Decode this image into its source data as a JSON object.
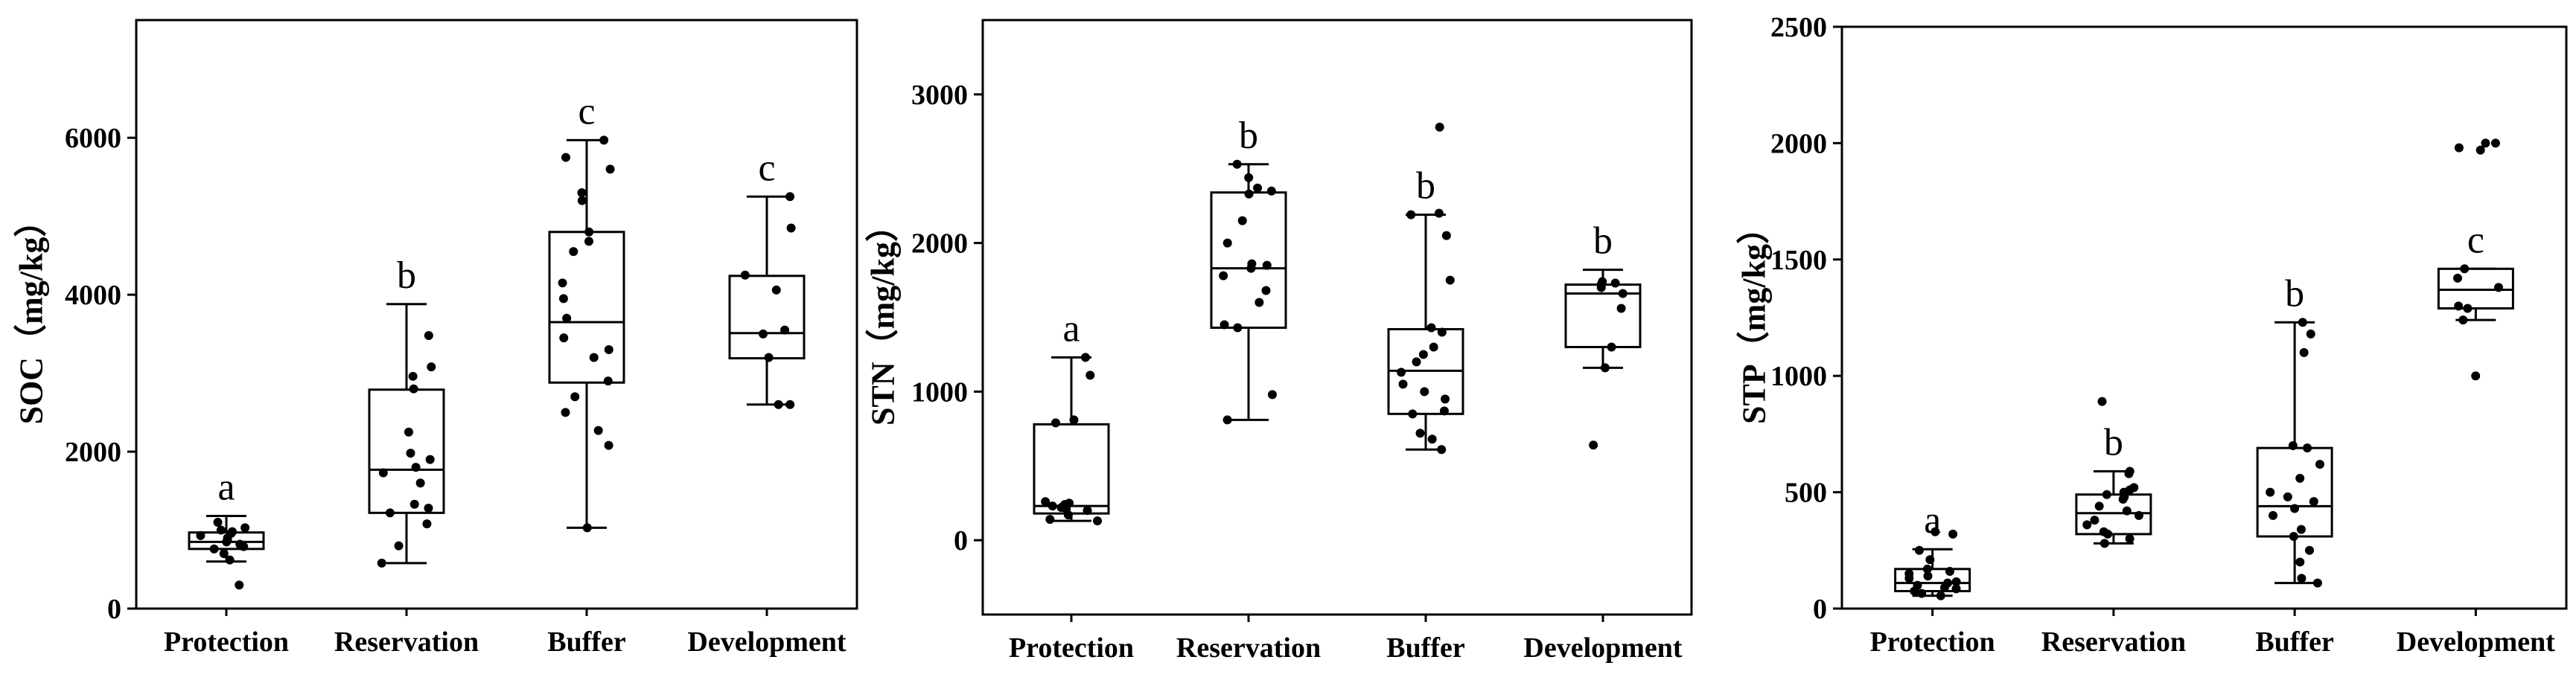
{
  "chart_data": [
    {
      "type": "box",
      "title": "",
      "xlabel": "",
      "ylabel": "SOC（mg/kg）",
      "ylim": [
        0,
        7500
      ],
      "yticks": [
        0,
        2000,
        4000,
        6000
      ],
      "categories": [
        "Protection",
        "Reservation",
        "Buffer",
        "Development"
      ],
      "boxes": [
        {
          "whisker_low": 600,
          "q1": 760,
          "median": 850,
          "q3": 970,
          "whisker_high": 1180,
          "letter": "a",
          "points": [
            300,
            620,
            700,
            760,
            790,
            820,
            850,
            870,
            900,
            930,
            960,
            980,
            1000,
            1030,
            1100
          ]
        },
        {
          "whisker_low": 580,
          "q1": 1220,
          "median": 1770,
          "q3": 2790,
          "whisker_high": 3880,
          "letter": "b",
          "points": [
            580,
            800,
            1080,
            1220,
            1280,
            1330,
            1600,
            1730,
            1800,
            1900,
            1980,
            2250,
            2800,
            2960,
            3080,
            3480
          ]
        },
        {
          "whisker_low": 1030,
          "q1": 2880,
          "median": 3650,
          "q3": 4800,
          "whisker_high": 5970,
          "letter": "c",
          "points": [
            1030,
            2080,
            2270,
            2500,
            2700,
            2900,
            3200,
            3300,
            3450,
            3700,
            3950,
            4150,
            4550,
            4680,
            4800,
            5200,
            5300,
            5600,
            5750,
            5970
          ]
        },
        {
          "whisker_low": 2600,
          "q1": 3190,
          "median": 3510,
          "q3": 4240,
          "whisker_high": 5250,
          "letter": "c",
          "points": [
            2600,
            2600,
            3200,
            3500,
            3550,
            4060,
            4250,
            4850,
            5250
          ]
        }
      ]
    },
    {
      "type": "box",
      "title": "",
      "xlabel": "",
      "ylabel": "STN（mg/kg）",
      "ylim": [
        -500,
        3500
      ],
      "yticks": [
        0,
        1000,
        2000,
        3000
      ],
      "categories": [
        "Protection",
        "Reservation",
        "Buffer",
        "Development"
      ],
      "boxes": [
        {
          "whisker_low": 130,
          "q1": 180,
          "median": 230,
          "q3": 780,
          "whisker_high": 1230,
          "letter": "a",
          "points": [
            130,
            140,
            170,
            200,
            210,
            220,
            230,
            240,
            250,
            260,
            790,
            810,
            1110,
            1230
          ]
        },
        {
          "whisker_low": 810,
          "q1": 1430,
          "median": 1830,
          "q3": 2340,
          "whisker_high": 2530,
          "letter": "b",
          "points": [
            810,
            980,
            1430,
            1450,
            1600,
            1680,
            1780,
            1830,
            1850,
            1860,
            2000,
            2150,
            2330,
            2350,
            2370,
            2440,
            2530
          ]
        },
        {
          "whisker_low": 610,
          "q1": 850,
          "median": 1140,
          "q3": 1420,
          "whisker_high": 2190,
          "letter": "b",
          "points": [
            610,
            680,
            720,
            850,
            870,
            950,
            1000,
            1050,
            1130,
            1200,
            1250,
            1300,
            1400,
            1430,
            1750,
            2050,
            2190,
            2200,
            2780
          ]
        },
        {
          "whisker_low": 1160,
          "q1": 1300,
          "median": 1660,
          "q3": 1720,
          "whisker_high": 1820,
          "letter": "b",
          "points": [
            640,
            1160,
            1300,
            1560,
            1660,
            1700,
            1720,
            1730,
            1740
          ]
        }
      ]
    },
    {
      "type": "box",
      "title": "",
      "xlabel": "",
      "ylabel": "STP（mg/kg）",
      "ylim": [
        0,
        2500
      ],
      "yticks": [
        0,
        500,
        1000,
        1500,
        2000,
        2500
      ],
      "categories": [
        "Protection",
        "Reservation",
        "Buffer",
        "Development"
      ],
      "boxes": [
        {
          "whisker_low": 55,
          "q1": 75,
          "median": 110,
          "q3": 170,
          "whisker_high": 255,
          "letter": "a",
          "points": [
            55,
            65,
            75,
            85,
            90,
            100,
            110,
            115,
            130,
            140,
            150,
            160,
            170,
            210,
            250,
            320,
            330
          ]
        },
        {
          "whisker_low": 280,
          "q1": 320,
          "median": 410,
          "q3": 490,
          "whisker_high": 590,
          "letter": "b",
          "points": [
            280,
            300,
            320,
            330,
            360,
            380,
            400,
            420,
            440,
            470,
            480,
            490,
            500,
            510,
            520,
            580,
            590,
            890
          ]
        },
        {
          "whisker_low": 110,
          "q1": 310,
          "median": 440,
          "q3": 690,
          "whisker_high": 1230,
          "letter": "b",
          "points": [
            110,
            130,
            200,
            250,
            310,
            340,
            400,
            430,
            460,
            480,
            500,
            560,
            620,
            690,
            700,
            1100,
            1180,
            1230
          ]
        },
        {
          "whisker_low": 1240,
          "q1": 1290,
          "median": 1370,
          "q3": 1460,
          "whisker_high": 1460,
          "letter": "c",
          "points": [
            1000,
            1240,
            1290,
            1300,
            1380,
            1420,
            1460,
            1970,
            1980,
            2000,
            2000
          ]
        }
      ]
    }
  ]
}
